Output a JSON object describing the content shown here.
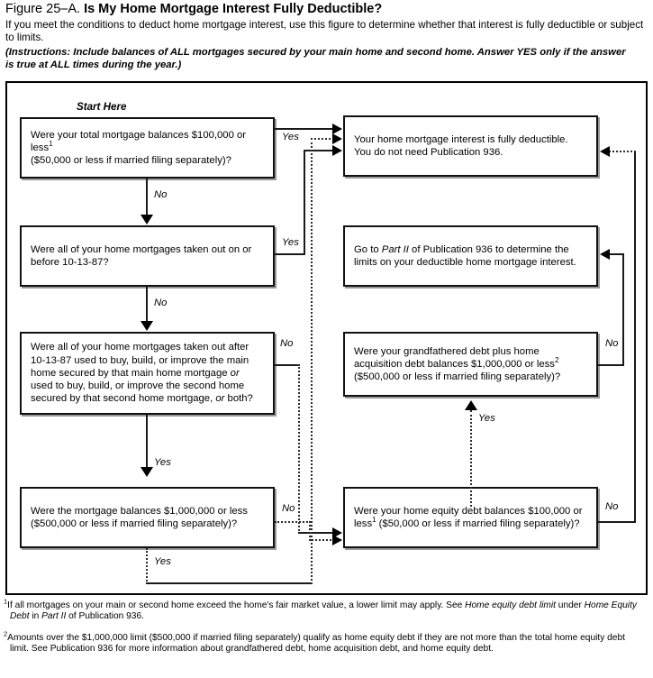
{
  "header": {
    "figure_number": "Figure 25–A.",
    "title": "Is My Home Mortgage Interest Fully Deductible?",
    "subtitle": "If you meet the conditions to deduct home mortgage interest, use this figure to determine whether that interest is fully deductible or subject to limits.",
    "instructions": "(Instructions: Include balances of ALL mortgages secured by your main home and second home. Answer YES only if the answer is true at ALL times during the year.)"
  },
  "start_label": "Start Here",
  "nodes": {
    "q1": {
      "line1": "Were your total mortgage balances $100,000 or less",
      "sup1": "1",
      "line2": "($50,000 or less if married filing separately)?"
    },
    "q2": {
      "line1": "Were all of your home mortgages taken out on or",
      "line2": "before 10-13-87?"
    },
    "q3": {
      "line1": "Were all of your home mortgages taken out after",
      "line2": "10-13-87 used to buy, build, or improve the main",
      "line3a": "home secured by that main home mortgage ",
      "line3i": "or",
      "line4": "used to buy, build, or improve the second home",
      "line5a": "secured by that second home mortgage, ",
      "line5i": "or",
      "line5b": " both?"
    },
    "q4": {
      "line1": "Were the mortgage balances $1,000,000 or less",
      "line2": "($500,000 or less if married filing separately)?"
    },
    "q5": {
      "line1": "Were your grandfathered debt plus home",
      "line2a": "acquisition debt balances $1,000,000 or less",
      "sup2": "2",
      "line3": "($500,000 or less if married filing separately)?"
    },
    "q6": {
      "line1": "Were your home equity debt balances $100,000 or",
      "line2a": "less",
      "sup1": "1",
      "line2b": " ($50,000 or less if married filing separately)?"
    },
    "r_deductible": {
      "line1": "Your home mortgage interest is fully deductible.",
      "line2": "You do not need Publication 936."
    },
    "r_partii": {
      "line1a": "Go to ",
      "line1i": "Part II",
      "line1b": " of Publication 936 to determine the",
      "line2": "limits on your deductible home mortgage interest."
    }
  },
  "edges": {
    "q1_yes": "Yes",
    "q1_no": "No",
    "q2_yes": "Yes",
    "q2_no": "No",
    "q3_no": "No",
    "q3_yes": "Yes",
    "q4_no": "No",
    "q4_yes": "Yes",
    "q5_yes": "Yes",
    "q5_no": "No",
    "q6_no": "No"
  },
  "footnotes": {
    "f1": {
      "marker": "1",
      "t1": "If all mortgages on your main or second home exceed the home's fair market value, a lower limit may apply. See ",
      "i1": "Home equity debt limit",
      "t2": " under ",
      "i2": "Home Equity",
      "i3": "Debt",
      "t3": " in ",
      "i4": "Part II",
      "t4": " of Publication 936."
    },
    "f2": {
      "marker": "2",
      "t1": "Amounts over the $1,000,000 limit ($500,000 if married filing separately) qualify as home equity debt if they are not more than the total home equity debt",
      "t2": "limit. See Publication 936 for more information about grandfathered debt, home acquisition debt, and home equity debt."
    }
  }
}
